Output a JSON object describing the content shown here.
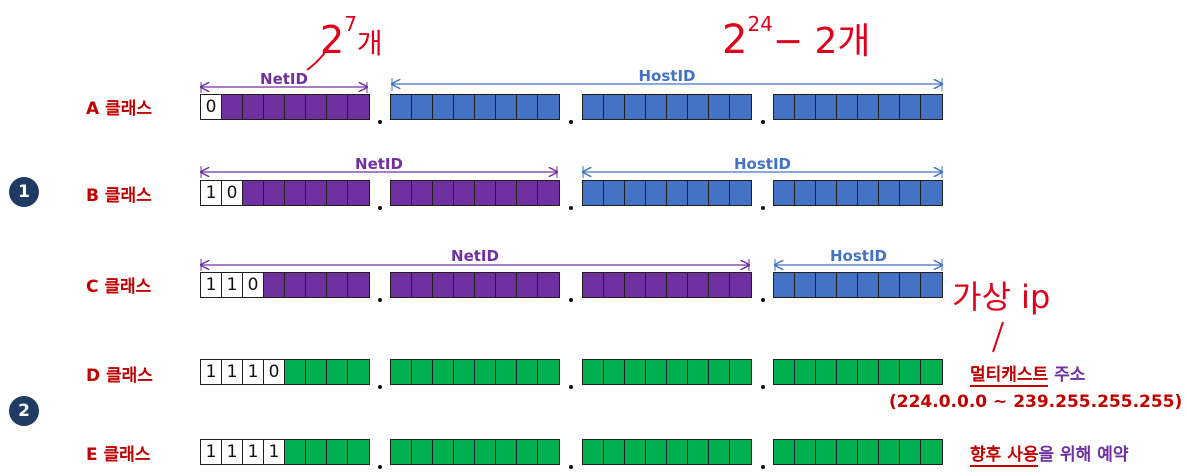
{
  "colors": {
    "net": "#7030a0",
    "host": "#4472c4",
    "reserved": "#00b050",
    "label": "#c00000",
    "handwriting": "#e0001b"
  },
  "labels": {
    "net": "NetID",
    "host": "HostID"
  },
  "circles": [
    "1",
    "2"
  ],
  "classes": [
    {
      "label": "A 클래스",
      "prefix": "0"
    },
    {
      "label": "B 클래스",
      "prefix": "10"
    },
    {
      "label": "C 클래스",
      "prefix": "110"
    },
    {
      "label": "D 클래스",
      "prefix": "1110"
    },
    {
      "label": "E 클래스",
      "prefix": "1111"
    }
  ],
  "notes": {
    "d_title_highlight": "멀티캐스트",
    "d_title_rest": " 주소",
    "d_range": "(224.0.0.0 ~ 239.255.255.255)",
    "e_highlight": "향후 사용",
    "e_rest": "을 위해 예약"
  },
  "handwriting": {
    "a_net_base": "2",
    "a_net_exp": "7",
    "a_net_unit": "개",
    "a_host_base": "2",
    "a_host_exp": "24",
    "a_host_rest": "− 2개",
    "c_note": "가상 ip"
  }
}
